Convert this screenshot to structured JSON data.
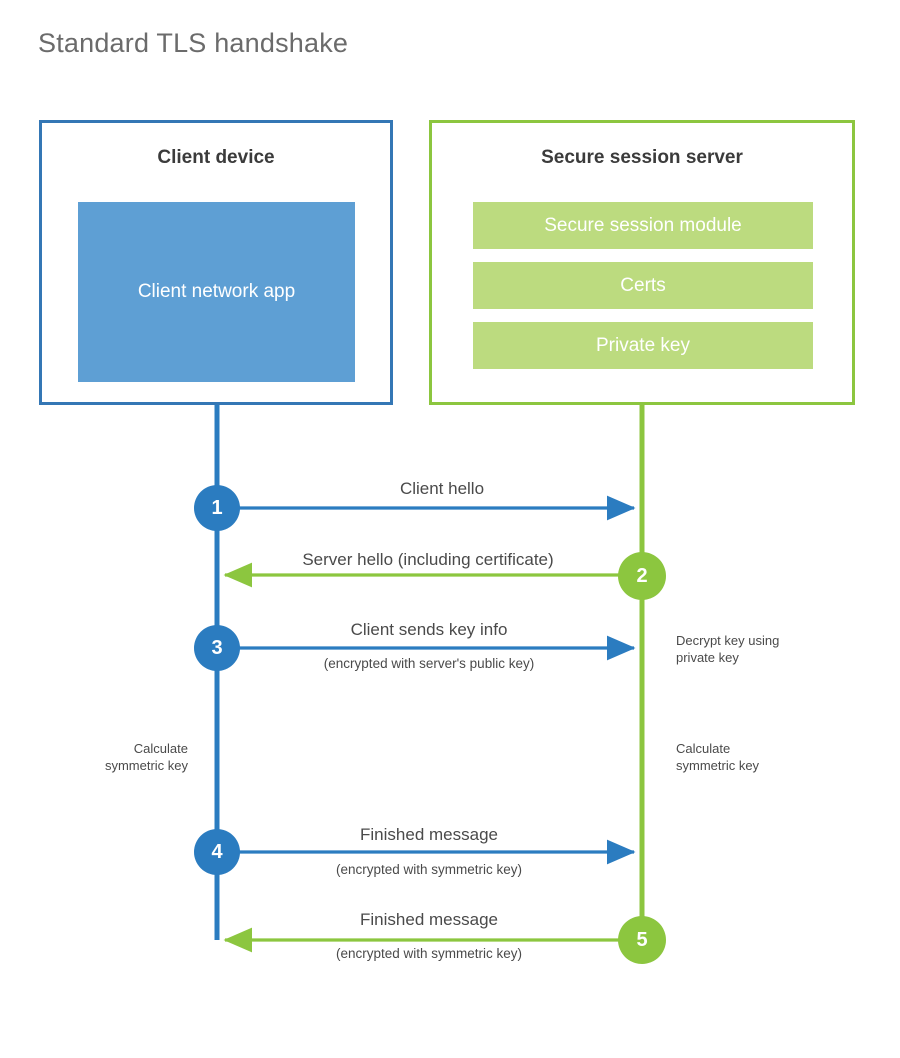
{
  "page": {
    "title": "Standard TLS handshake"
  },
  "colors": {
    "client_accent": "#3477b5",
    "client_line": "#2b7cc0",
    "client_fill": "#5e9fd4",
    "server_accent": "#8cc63f",
    "server_fill": "#bcdb7f",
    "text": "#4a4a4a",
    "title": "#6b6b6b",
    "background": "#ffffff"
  },
  "parties": {
    "client": {
      "title": "Client device",
      "app_label": "Client network app"
    },
    "server": {
      "title": "Secure session server",
      "components": [
        "Secure session module",
        "Certs",
        "Private key"
      ]
    }
  },
  "steps": [
    {
      "number": "1",
      "label": "Client hello",
      "sublabel": "",
      "direction": "client-to-server",
      "color": "blue"
    },
    {
      "number": "2",
      "label": "Server hello (including certificate)",
      "sublabel": "",
      "direction": "server-to-client",
      "color": "green"
    },
    {
      "number": "3",
      "label": "Client sends key info",
      "sublabel": "(encrypted with server's public key)",
      "direction": "client-to-server",
      "color": "blue"
    },
    {
      "number": "4",
      "label": "Finished message",
      "sublabel": "(encrypted with symmetric key)",
      "direction": "client-to-server",
      "color": "blue"
    },
    {
      "number": "5",
      "label": "Finished message",
      "sublabel": "(encrypted with symmetric key)",
      "direction": "server-to-client",
      "color": "green"
    }
  ],
  "annotations": {
    "server_decrypt": "Decrypt key using\nprivate key",
    "server_decrypt_line1": "Decrypt key using",
    "server_decrypt_line2": "private key",
    "client_calculate_line1": "Calculate",
    "client_calculate_line2": "symmetric key",
    "server_calculate_line1": "Calculate",
    "server_calculate_line2": "symmetric key"
  }
}
